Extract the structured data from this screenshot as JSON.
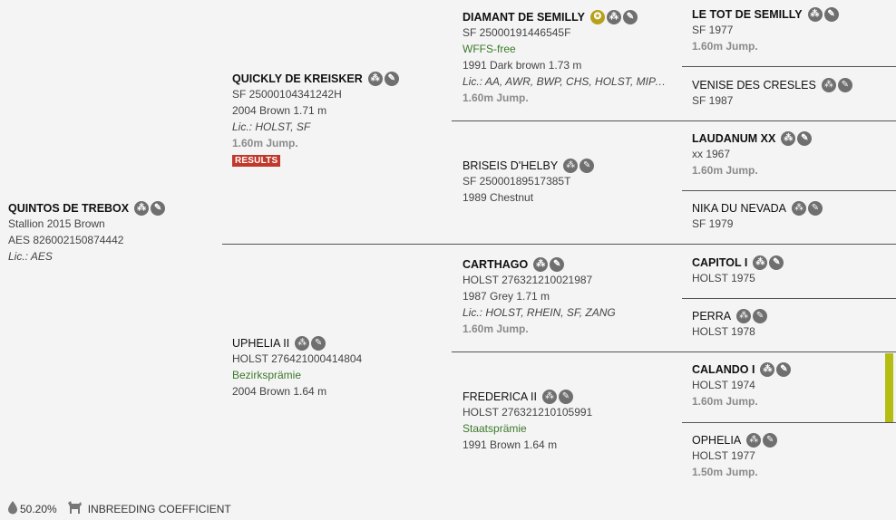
{
  "icons": {
    "pedigree": "pedigree-icon",
    "edit": "pencil-icon",
    "award": "award-icon"
  },
  "subject": {
    "name": "QUINTOS DE TREBOX",
    "line1": "Stallion 2015 Brown",
    "line2": "AES 826002150874442",
    "lic": "Lic.: AES"
  },
  "sire": {
    "name": "QUICKLY DE KREISKER",
    "reg": "SF 25000104341242H",
    "info": "2004 Brown 1.71 m",
    "lic": "Lic.: HOLST, SF",
    "jump": "1.60m Jump.",
    "results": "RESULTS"
  },
  "dam": {
    "name": "UPHELIA II",
    "reg": "HOLST 276421000414804",
    "award": "Bezirksprämie",
    "info": "2004 Brown 1.64 m"
  },
  "gen3": [
    {
      "name": "DIAMANT DE SEMILLY",
      "reg": "SF 25000191446545F",
      "extra": "WFFS-free",
      "info": "1991 Dark brown 1.73 m",
      "lic": "Lic.: AA, AWR, BWP, CHS, HOLST, MIPAAF, ...",
      "jump": "1.60m Jump."
    },
    {
      "name": "BRISEIS D'HELBY",
      "reg": "SF 25000189517385T",
      "info": "1989 Chestnut"
    },
    {
      "name": "CARTHAGO",
      "reg": "HOLST 276321210021987",
      "info": "1987 Grey 1.71 m",
      "lic": "Lic.: HOLST, RHEIN, SF, ZANG",
      "jump": "1.60m Jump."
    },
    {
      "name": "FREDERICA II",
      "reg": "HOLST 276321210105991",
      "extra": "Staatsprämie",
      "info": "1991 Brown 1.64 m"
    }
  ],
  "gen4": [
    {
      "name": "LE TOT DE SEMILLY",
      "info": "SF 1977",
      "jump": "1.60m Jump."
    },
    {
      "name": "VENISE DES CRESLES",
      "info": "SF 1987"
    },
    {
      "name": "LAUDANUM XX",
      "info": "xx 1967",
      "jump": "1.60m Jump."
    },
    {
      "name": "NIKA DU NEVADA",
      "info": "SF 1979"
    },
    {
      "name": "CAPITOL I",
      "info": "HOLST 1975"
    },
    {
      "name": "PERRA",
      "info": "HOLST 1978"
    },
    {
      "name": "CALANDO I",
      "info": "HOLST 1974",
      "jump": "1.60m Jump."
    },
    {
      "name": "OPHELIA",
      "info": "HOLST 1977",
      "jump": "1.50m Jump."
    }
  ],
  "footer": {
    "coefficient": "50.20%",
    "label": "INBREEDING COEFFICIENT"
  }
}
